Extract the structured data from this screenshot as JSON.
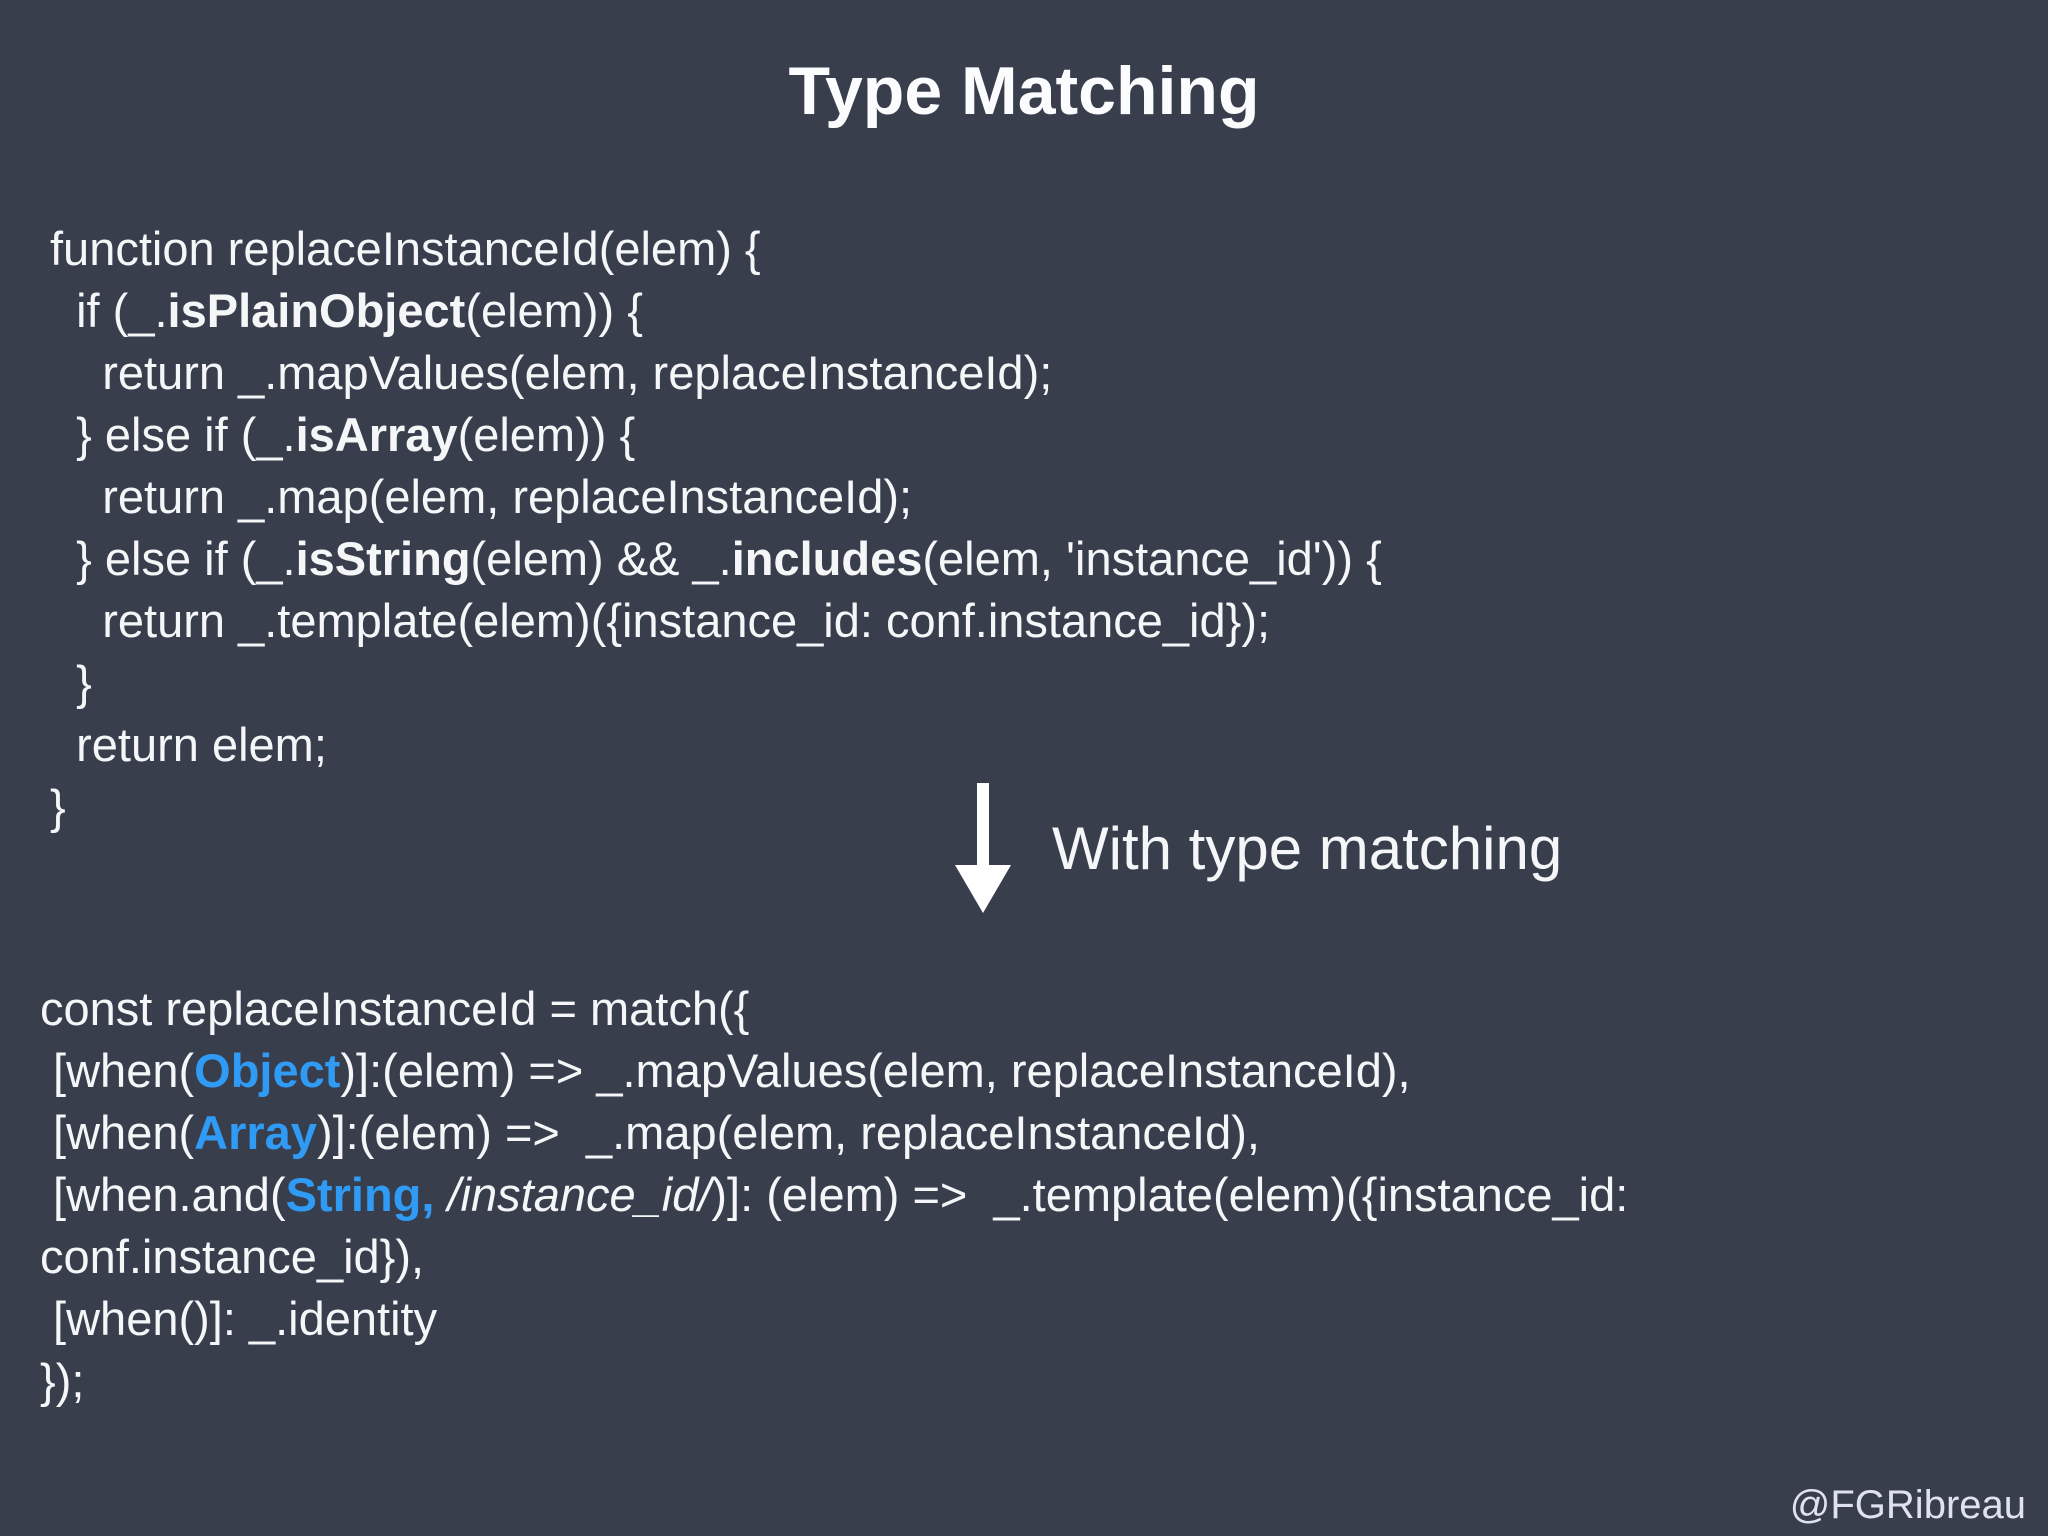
{
  "slide": {
    "title": "Type Matching",
    "transition_label": "With type matching",
    "author_handle": "@FGRibreau",
    "icons": {
      "down_arrow": "↓"
    },
    "colors": {
      "background": "#393e4d",
      "code_text": "#f4f6f8",
      "title_text": "#fbfcfd",
      "keyword_blue": "#2f9bf5",
      "author_text": "#dfe3ee",
      "arrow_white": "#ffffff"
    }
  },
  "code_before": {
    "lines": [
      [
        {
          "t": "function replaceInstanceId(elem) {"
        }
      ],
      [
        {
          "t": "  if (_."
        },
        {
          "t": "isPlainObject",
          "b": true
        },
        {
          "t": "(elem)) {"
        }
      ],
      [
        {
          "t": "    return _.mapValues(elem, replaceInstanceId);"
        }
      ],
      [
        {
          "t": "  } else if (_."
        },
        {
          "t": "isArray",
          "b": true
        },
        {
          "t": "(elem)) {"
        }
      ],
      [
        {
          "t": "    return _.map(elem, replaceInstanceId);"
        }
      ],
      [
        {
          "t": "  } else if (_."
        },
        {
          "t": "isString",
          "b": true
        },
        {
          "t": "(elem) && _."
        },
        {
          "t": "includes",
          "b": true
        },
        {
          "t": "(elem, 'instance_id')) {"
        }
      ],
      [
        {
          "t": "    return _.template(elem)({instance_id: conf.instance_id});"
        }
      ],
      [
        {
          "t": "  }"
        }
      ],
      [
        {
          "t": "  return elem;"
        }
      ],
      [
        {
          "t": "}"
        }
      ]
    ]
  },
  "code_after": {
    "lines": [
      [
        {
          "t": "const replaceInstanceId = match({"
        }
      ],
      [
        {
          "t": " [when("
        },
        {
          "t": "Object",
          "b": true,
          "blue": true
        },
        {
          "t": ")]:(elem) => _.mapValues(elem, replaceInstanceId),"
        }
      ],
      [
        {
          "t": " [when("
        },
        {
          "t": "Array",
          "b": true,
          "blue": true
        },
        {
          "t": ")]:(elem) =>  _.map(elem, replaceInstanceId),"
        }
      ],
      [
        {
          "t": " [when.and("
        },
        {
          "t": "String,",
          "b": true,
          "blue": true
        },
        {
          "t": " "
        },
        {
          "t": "/instance_id/",
          "i": true
        },
        {
          "t": ")]: (elem) =>  _.template(elem)({instance_id:"
        }
      ],
      [
        {
          "t": "conf.instance_id}),"
        }
      ],
      [
        {
          "t": " [when()]: _.identity"
        }
      ],
      [
        {
          "t": "});"
        }
      ]
    ]
  }
}
